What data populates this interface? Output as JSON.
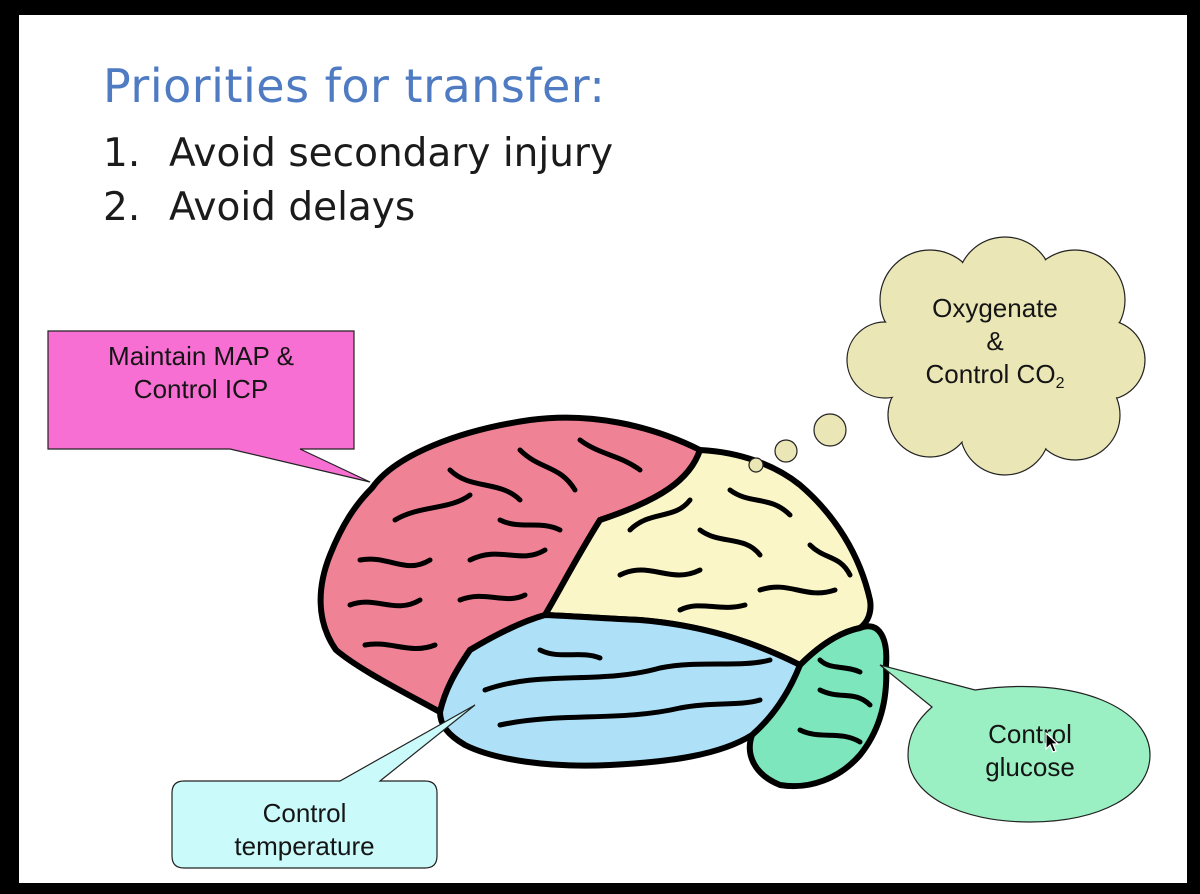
{
  "slide": {
    "title": "Priorities for transfer:",
    "priorities": [
      {
        "number": "1.",
        "text": "Avoid secondary injury"
      },
      {
        "number": "2.",
        "text": "Avoid delays"
      }
    ]
  },
  "callouts": {
    "map_icp": {
      "line1": "Maintain MAP &",
      "line2": "Control ICP",
      "color": "#f76fd3"
    },
    "oxygenate": {
      "line1": "Oxygenate",
      "line2": "&",
      "line3_prefix": "Control CO",
      "line3_subscript": "2",
      "color": "#ebe6b6"
    },
    "temperature": {
      "line1": "Control",
      "line2": "temperature",
      "color": "#cbfafa"
    },
    "glucose": {
      "line1": "Control",
      "line2": "glucose",
      "color": "#9af0c2"
    }
  },
  "brain_colors": {
    "frontal": "#f08296",
    "parietal": "#fbf6c8",
    "temporal": "#aee1f7",
    "occipital": "#7de6bd"
  }
}
